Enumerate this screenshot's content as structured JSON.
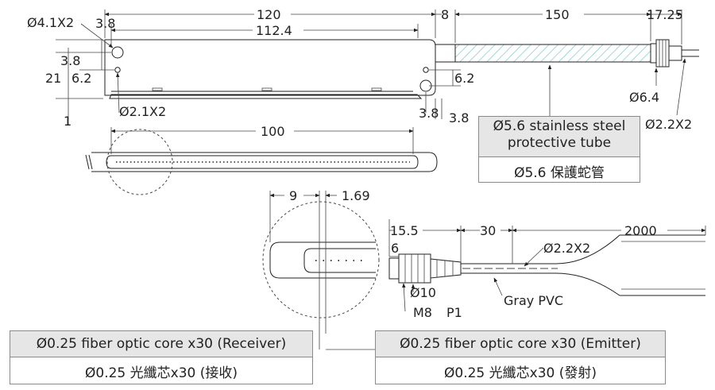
{
  "dimensions": {
    "d_4_1x2": "Ø4.1X2",
    "d_3_8_top": "3.8",
    "d_120": "120",
    "d_112_4": "112.4",
    "d_8": "8",
    "d_150": "150",
    "d_17_25": "17.25",
    "d_3_8_left": "3.8",
    "d_21": "21",
    "d_6_2_left": "6.2",
    "d_2_1x2": "Ø2.1X2",
    "d_1": "1",
    "d_6_2_right": "6.2",
    "d_3_8_bot_a": "3.8",
    "d_3_8_bot_b": "3.8",
    "d_6_4": "Ø6.4",
    "d_2_2x2_top": "Ø2.2X2",
    "d_100": "100",
    "d_9": "9",
    "d_1_69": "1.69",
    "d_15_5": "15.5",
    "d_30": "30",
    "d_2000": "2000",
    "d_6_conn": "6",
    "d_2_2x2_cable": "Ø2.2X2",
    "d_10": "Ø10",
    "m8": "M8",
    "p1": "P1",
    "gray_pvc": "Gray PVC"
  },
  "labels": {
    "tube_en_line1": "Ø5.6 stainless steel",
    "tube_en_line2": "protective tube",
    "tube_zh": "Ø5.6 保護蛇管",
    "receiver_en": "Ø0.25 fiber optic core x30 (Receiver)",
    "receiver_zh": "Ø0.25 光纖芯x30 (接收)",
    "emitter_en": "Ø0.25 fiber optic core x30 (Emitter)",
    "emitter_zh": "Ø0.25 光纖芯x30 (發射)"
  },
  "colors": {
    "tube_hatch": "#88c9c9",
    "label_header": "#e6e6e6",
    "line": "#222222"
  }
}
